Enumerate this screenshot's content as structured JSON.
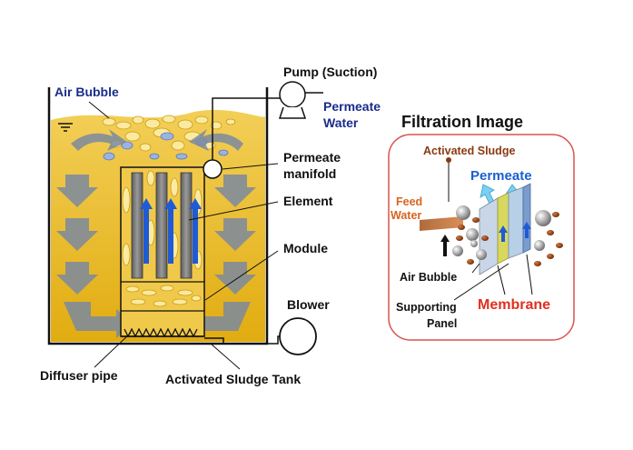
{
  "labels": {
    "air_bubble": "Air Bubble",
    "pump": "Pump (Suction)",
    "permeate_water_line1": "Permeate",
    "permeate_water_line2": "Water",
    "permeate_manifold_line1": "Permeate",
    "permeate_manifold_line2": "manifold",
    "element": "Element",
    "module": "Module",
    "blower": "Blower",
    "diffuser_pipe": "Diffuser pipe",
    "tank": "Activated Sludge Tank"
  },
  "filtration": {
    "title": "Filtration Image",
    "activated_sludge": "Activated Sludge",
    "permeate": "Permeate",
    "feed_water_line1": "Feed",
    "feed_water_line2": "Water",
    "air_bubble": "Air Bubble",
    "supporting_panel_line1": "Supporting",
    "supporting_panel_line2": "Panel",
    "membrane": "Membrane"
  },
  "colors": {
    "sludge": "#e8b922",
    "sludge_light": "#f5d56a",
    "bubble": "#fbeaa0",
    "bubble_blue": "#9bb3e0",
    "flow_arrow": "#7c8aa0",
    "flow_blue": "#1f5bd6",
    "navy_text": "#1a2c8a",
    "blue_text": "#1a5fd0",
    "brown_text": "#8a3a12",
    "feed_text": "#d8641e",
    "membrane_text": "#e0301e",
    "frame_red": "#d9534f"
  },
  "icons": [
    "water-level-icon",
    "pump-icon",
    "blower-icon",
    "diffuser-icon"
  ]
}
